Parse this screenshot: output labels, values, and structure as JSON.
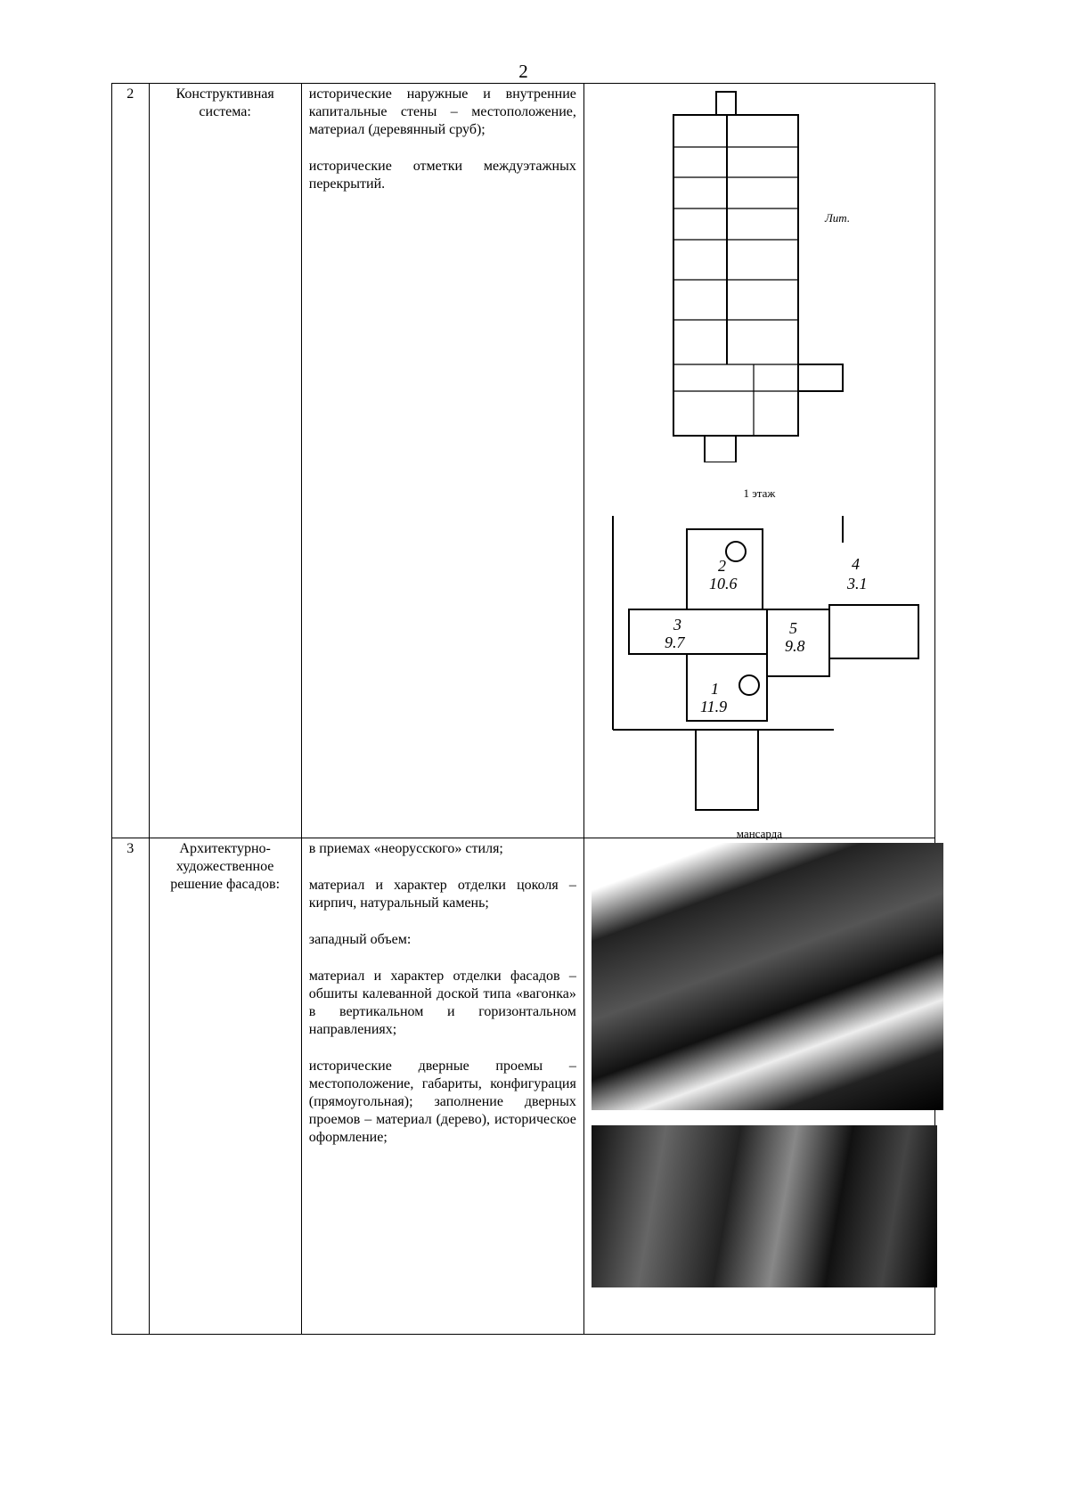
{
  "page_number": "2",
  "rows": [
    {
      "num": "2",
      "title": "Конструктивная система:",
      "paragraphs": [
        "исторические наружные и внутренние капитальные стены – местоположение, материал (деревянный сруб);",
        "исторические отметки междуэтажных перекрытий."
      ],
      "images": [
        {
          "caption": "1 этаж"
        },
        {
          "caption": "мансарда"
        }
      ]
    },
    {
      "num": "3",
      "title": "Архитектурно-художественное решение фасадов:",
      "paragraphs": [
        "в приемах «неорусского» стиля;",
        "материал и характер отделки цоколя – кирпич, натуральный камень;",
        "западный объем:",
        "материал и характер отделки фасадов – обшиты калеванной доской типа «вагонка» в вертикальном и горизонтальном направлениях;",
        "исторические дверные проемы – местоположение, габариты, конфигурация (прямоугольная); заполнение дверных проемов – материал (дерево), историческое оформление;"
      ]
    }
  ]
}
